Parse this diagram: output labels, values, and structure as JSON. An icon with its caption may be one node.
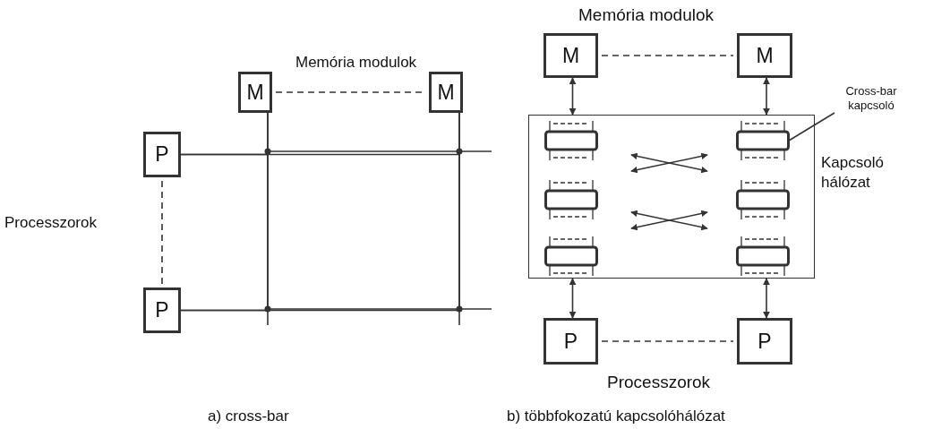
{
  "diagram": {
    "nodes": [
      {
        "text": [
          "M"
        ]
      },
      {
        "text": [
          "M"
        ]
      },
      {
        "text": [
          "P"
        ]
      },
      {
        "text": [
          "P"
        ]
      },
      {
        "text": [
          "M"
        ]
      },
      {
        "text": [
          "M"
        ]
      },
      {
        "text": [
          "Kapcsoló hálózat"
        ]
      },
      {
        "text": [],
        "shape": "box",
        "in": 6
      },
      {
        "text": [],
        "shape": "box",
        "in": 6
      },
      {
        "text": [],
        "shape": "box",
        "in": 6
      },
      {
        "text": [],
        "shape": "box",
        "in": 6
      },
      {
        "text": [],
        "shape": "box",
        "in": 6
      },
      {
        "text": [],
        "shape": "box",
        "in": 6
      },
      {
        "text": [
          "Cross-bar kapcsoló"
        ]
      },
      {
        "text": [
          "P"
        ]
      },
      {
        "text": [
          "P"
        ]
      }
    ],
    "edges": [
      {
        "from": 0,
        "to": 1,
        "arrow": "none",
        "style": "dashed"
      },
      {
        "from": 2,
        "to": 3,
        "arrow": "none",
        "style": "dashed"
      },
      {
        "from": 2,
        "to": 0,
        "arrow": "none"
      },
      {
        "from": 2,
        "to": 1,
        "arrow": "none"
      },
      {
        "from": 3,
        "to": 0,
        "arrow": "none"
      },
      {
        "from": 3,
        "to": 1,
        "arrow": "none"
      },
      {
        "from": 4,
        "to": 5,
        "arrow": "none",
        "style": "dashed"
      },
      {
        "from": 4,
        "to": 6,
        "arrow": "both"
      },
      {
        "from": 5,
        "to": 6,
        "arrow": "both"
      },
      {
        "from": 13,
        "to": 8,
        "arrow": "none"
      },
      {
        "from": 6,
        "to": 14,
        "arrow": "both"
      },
      {
        "from": 6,
        "to": 15,
        "arrow": "both"
      },
      {
        "from": 14,
        "to": 15,
        "arrow": "none",
        "style": "dashed"
      }
    ],
    "labels": [
      "Memória modulok",
      "Memória modulok",
      "Processzorok",
      "Processzorok",
      "a) cross-bar",
      "b) többfokozatú kapcsolóhálózat"
    ]
  }
}
